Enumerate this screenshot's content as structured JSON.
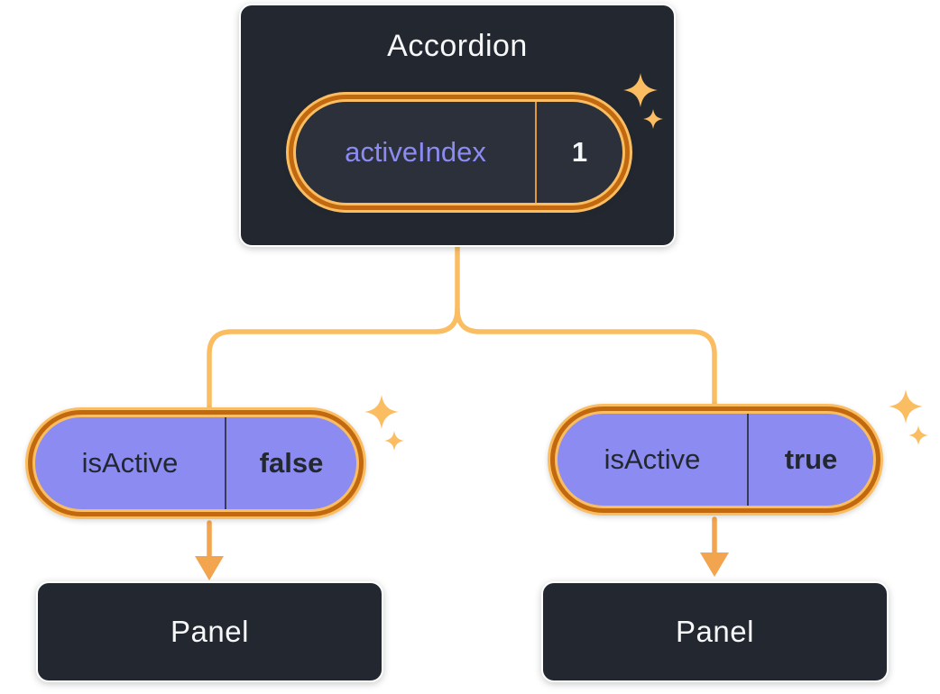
{
  "accordion": {
    "label": "Accordion",
    "state": {
      "name": "activeIndex",
      "value": "1"
    }
  },
  "children": [
    {
      "prop_name": "isActive",
      "prop_value": "false",
      "panel_label": "Panel"
    },
    {
      "prop_name": "isActive",
      "prop_value": "true",
      "panel_label": "Panel"
    }
  ],
  "icons": {
    "sparkle": "sparkle-icon",
    "arrow": "arrow-down-icon"
  },
  "colors": {
    "node_bg": "#23272f",
    "node_text": "#f6f7f9",
    "state_pill_bg": "#2b303b",
    "state_name_text": "#8b8bf2",
    "prop_pill_bg": "#8b8bf2",
    "prop_text": "#23272f",
    "ring_orange": "#c2690f",
    "ring_gold": "#fabd62",
    "connector_line": "#fabd62",
    "arrow": "#f2a44f",
    "canvas_bg": "#ffffff"
  }
}
